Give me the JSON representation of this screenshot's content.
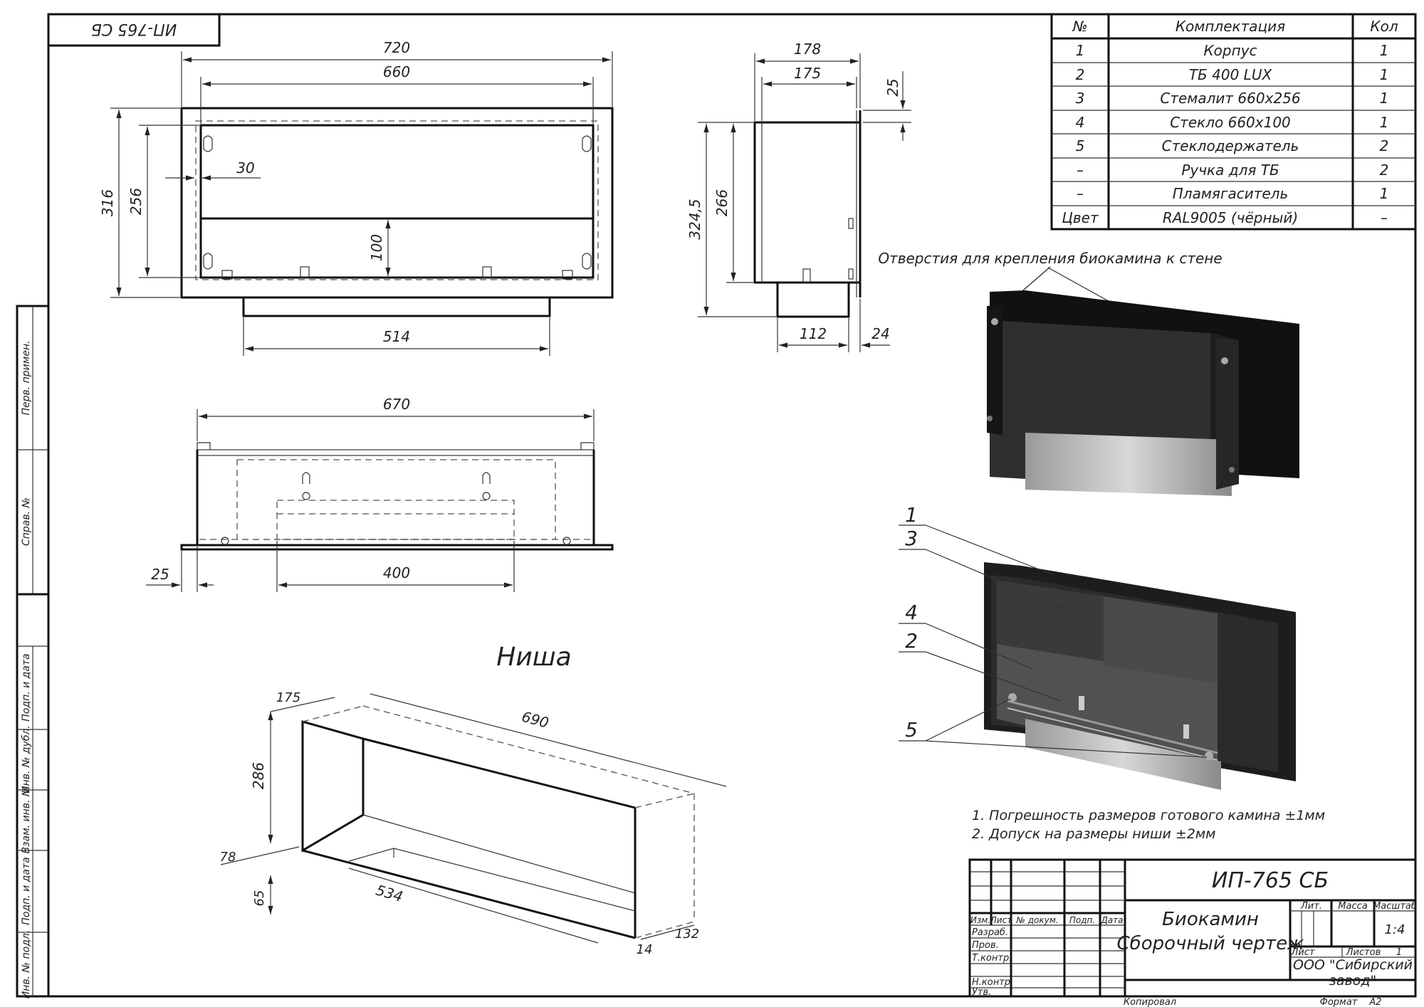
{
  "stamp_top": "ИП-765 СБ",
  "front_view": {
    "dim_720": "720",
    "dim_660": "660",
    "dim_316": "316",
    "dim_256": "256",
    "dim_30": "30",
    "dim_100": "100",
    "dim_514": "514"
  },
  "side_view": {
    "dim_178": "178",
    "dim_175": "175",
    "dim_25": "25",
    "dim_324_5": "324,5",
    "dim_266": "266",
    "dim_112": "112",
    "dim_24": "24"
  },
  "top_view": {
    "dim_670": "670",
    "dim_25": "25",
    "dim_400": "400"
  },
  "niche": {
    "title": "Ниша",
    "dim_175": "175",
    "dim_690": "690",
    "dim_286": "286",
    "dim_78": "78",
    "dim_65": "65",
    "dim_534": "534",
    "dim_132": "132",
    "dim_14": "14"
  },
  "spec_table": {
    "headers": [
      "№",
      "Комплектация",
      "Кол"
    ],
    "rows": [
      [
        "1",
        "Корпус",
        "1"
      ],
      [
        "2",
        "ТБ 400 LUX",
        "1"
      ],
      [
        "3",
        "Стемалит 660х256",
        "1"
      ],
      [
        "4",
        "Стекло 660х100",
        "1"
      ],
      [
        "5",
        "Стеклодержатель",
        "2"
      ],
      [
        "–",
        "Ручка для ТБ",
        "2"
      ],
      [
        "–",
        "Пламягаситель",
        "1"
      ],
      [
        "Цвет",
        "RAL9005 (чёрный)",
        "–"
      ]
    ]
  },
  "mount_holes_label": "Отверстия для крепления биокамина к стене",
  "callouts": [
    "1",
    "3",
    "4",
    "2",
    "5"
  ],
  "notes": [
    "1. Погрешность размеров готового камина ±1мм",
    "2. Допуск на размеры ниши ±2мм"
  ],
  "side_strip": [
    "Перв. примен.",
    "Справ. №",
    "Подп. и дата",
    "Инв. № дубл.",
    "Взам. инв. №",
    "Подп. и дата",
    "Инв. № подл."
  ],
  "title_block": {
    "designation": "ИП-765 СБ",
    "name_line1": "Биокамин",
    "name_line2": "Сборочный чертеж",
    "col_headers": [
      "Изм.",
      "Лист",
      "№ докум.",
      "Подп.",
      "Дата"
    ],
    "roles": [
      "Разраб.",
      "Пров.",
      "Т.контр.",
      "Н.контр.",
      "Утв."
    ],
    "lit": "Лит.",
    "mass": "Масса",
    "scale_label": "Масштаб",
    "scale": "1:4",
    "sheet": "Лист",
    "sheets": "Листов",
    "sheets_count": "1",
    "org_line1": "ООО \"Сибирский",
    "org_line2": "завод\"",
    "copied": "Копировал",
    "format": "Формат",
    "format_value": "А2"
  }
}
